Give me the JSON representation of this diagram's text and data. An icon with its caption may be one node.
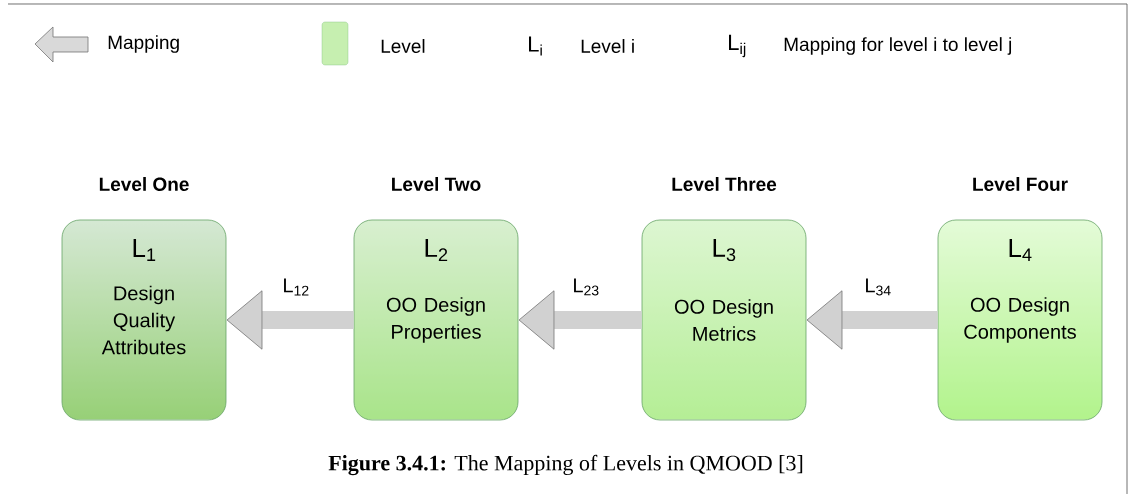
{
  "diagram": {
    "caption": "**Figure 3.4.1:** The Mapping of Levels in QMOOD [3]",
    "nodes": [
      {
        "text": [
          "Level One",
          "L$_{1}$",
          "Design Quality Attributes"
        ]
      },
      {
        "text": [
          "Level Two",
          "L$_{2}$",
          "OO Design Properties"
        ]
      },
      {
        "text": [
          "Level Three",
          "L$_{3}$",
          "OO Design Metrics"
        ]
      },
      {
        "text": [
          "Level Four",
          "L$_{4}$",
          "OO Design Components"
        ]
      }
    ],
    "edges": [
      {
        "from": 1,
        "to": 0,
        "arrow": "to",
        "label": "L$_{12}$"
      },
      {
        "from": 2,
        "to": 1,
        "arrow": "to",
        "label": "L$_{23}$"
      },
      {
        "from": 3,
        "to": 2,
        "arrow": "to",
        "label": "L$_{34}$"
      }
    ],
    "labels": [
      "L$_{i}$",
      "Level i",
      "L$_{ij}$",
      "Mapping for level i to level j"
    ],
    "legend": [
      {
        "text": "Mapping"
      },
      {
        "text": "Level",
        "color": "#c6efb0"
      }
    ]
  }
}
